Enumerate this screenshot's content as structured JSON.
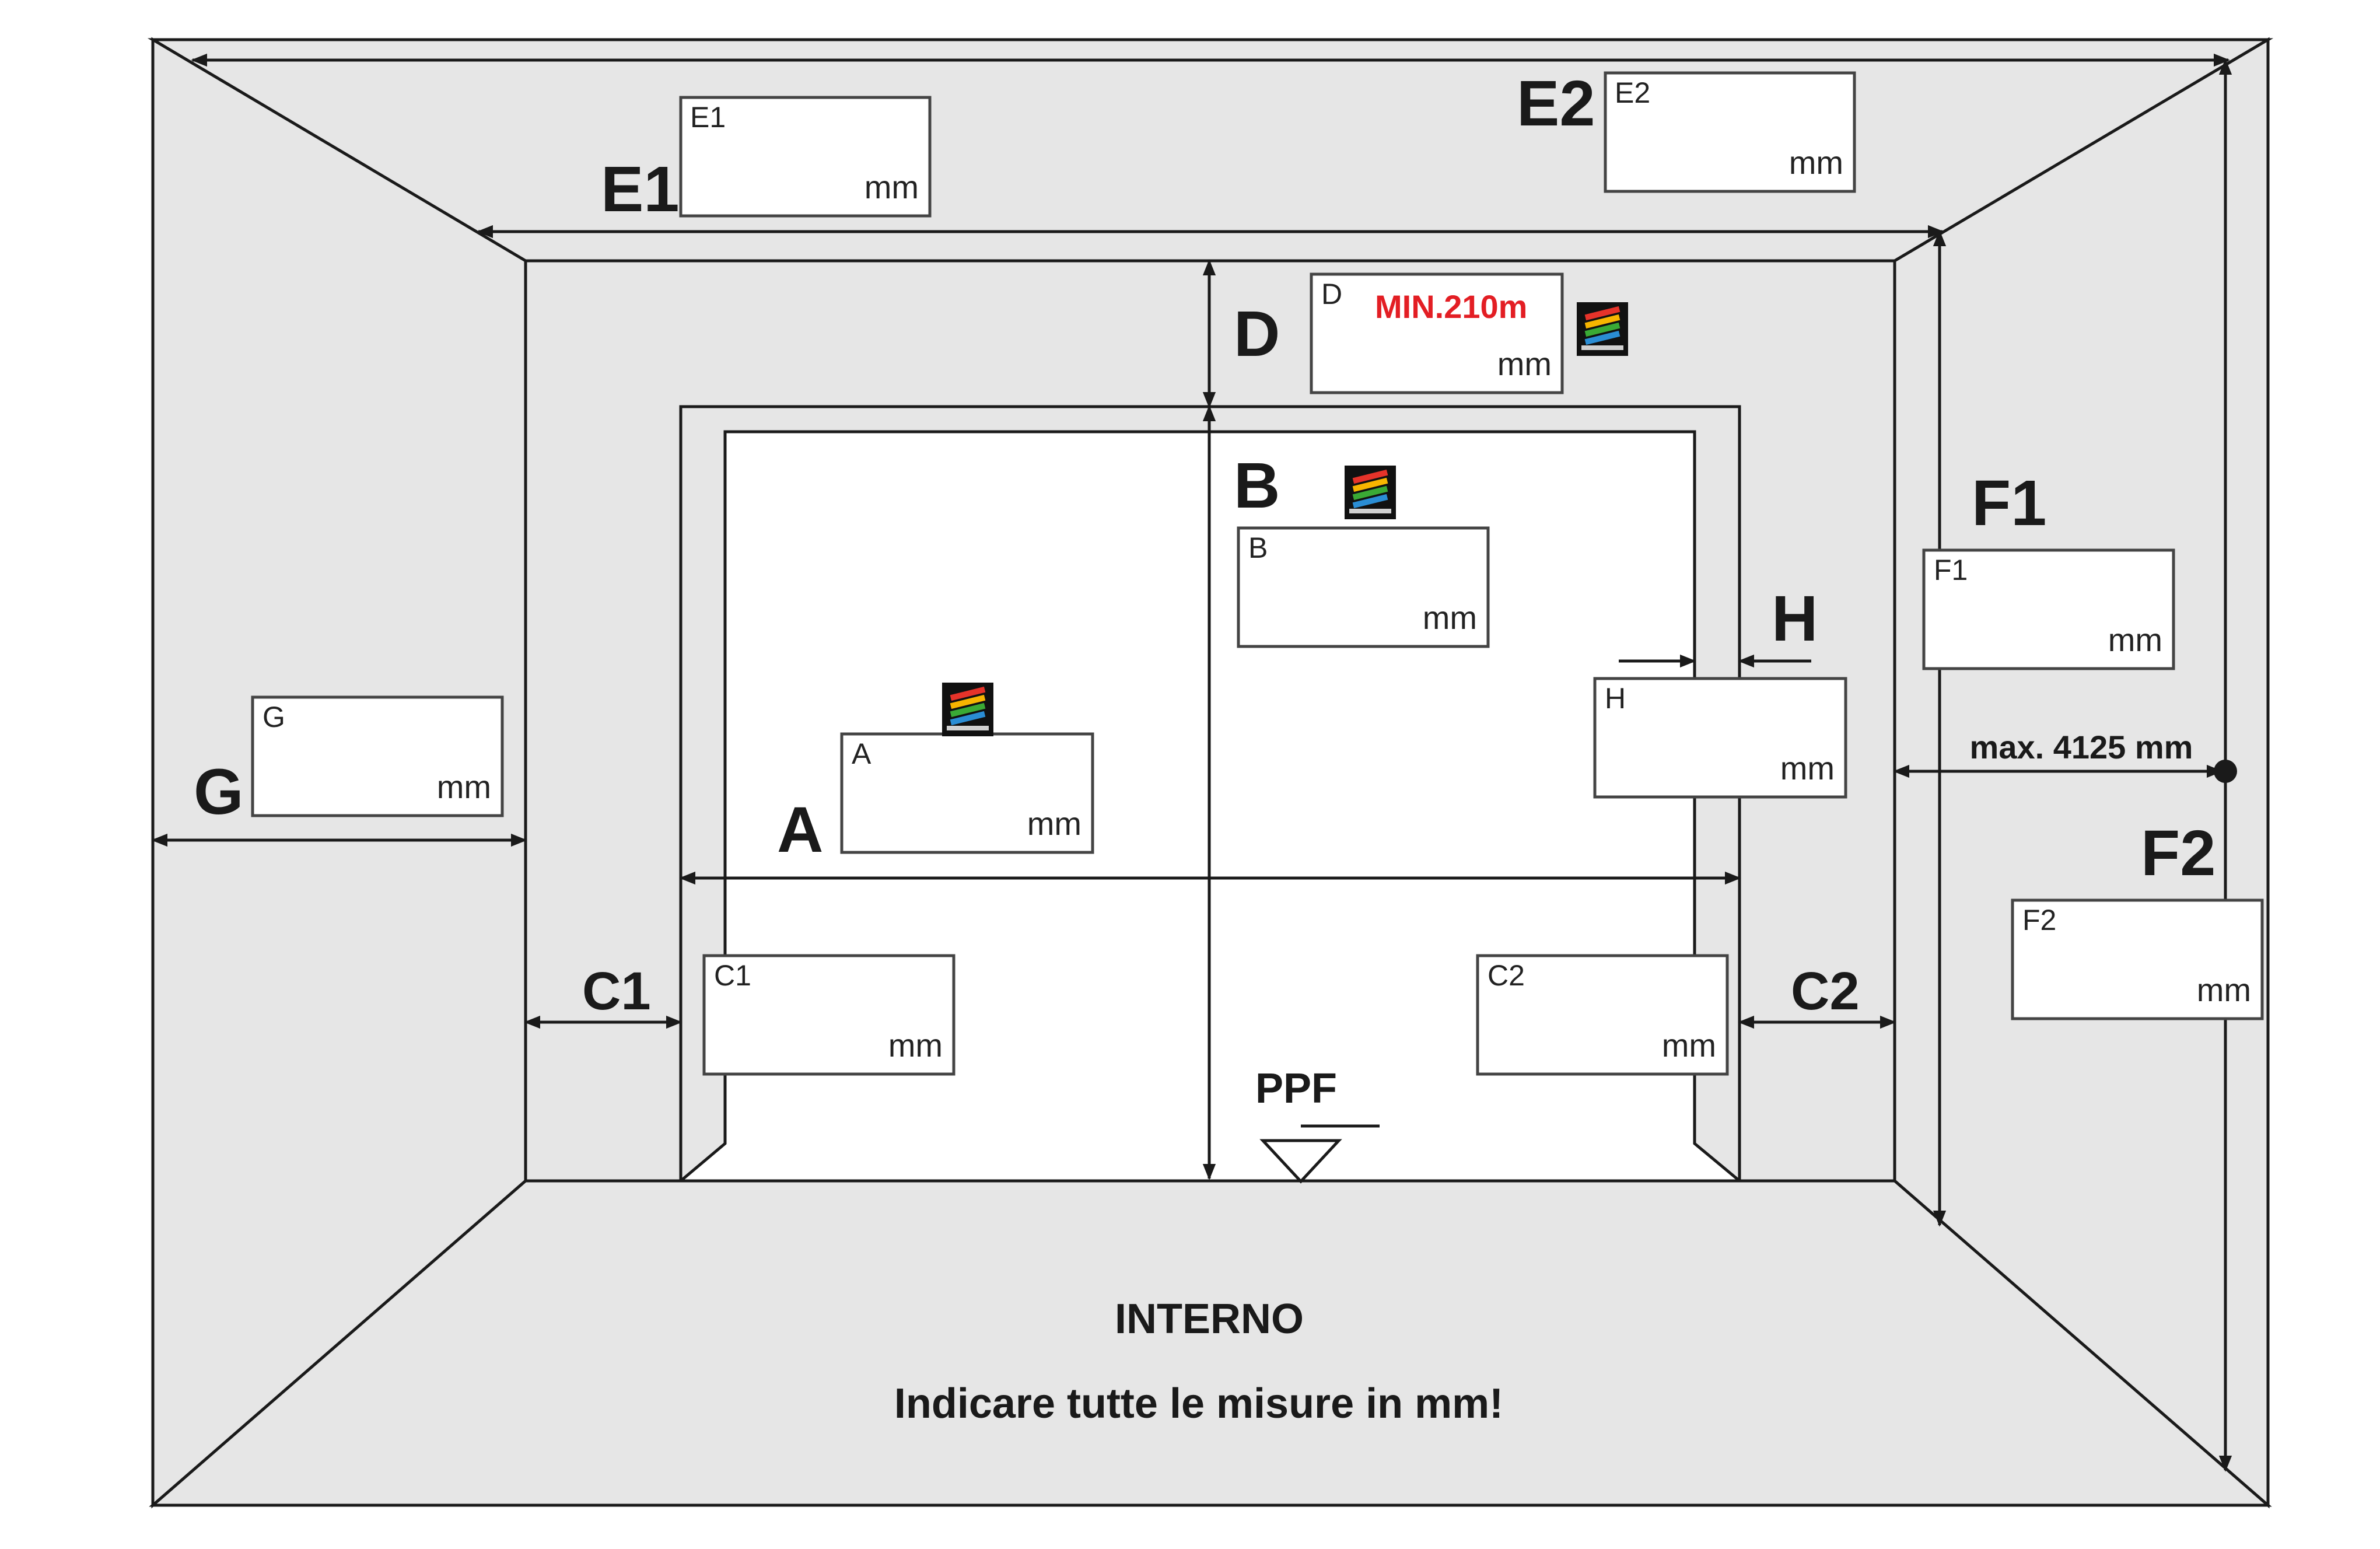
{
  "labels": {
    "E1": "E1",
    "E2": "E2",
    "D": "D",
    "B": "B",
    "A": "A",
    "G": "G",
    "H": "H",
    "C1": "C1",
    "C2": "C2",
    "F1": "F1",
    "F2": "F2"
  },
  "boxes": {
    "E1": {
      "letter": "E1",
      "unit": "mm"
    },
    "E2": {
      "letter": "E2",
      "unit": "mm"
    },
    "D": {
      "letter": "D",
      "unit": "mm",
      "note": "MIN.210m"
    },
    "B": {
      "letter": "B",
      "unit": "mm"
    },
    "A": {
      "letter": "A",
      "unit": "mm"
    },
    "G": {
      "letter": "G",
      "unit": "mm"
    },
    "H": {
      "letter": "H",
      "unit": "mm"
    },
    "C1": {
      "letter": "C1",
      "unit": "mm"
    },
    "C2": {
      "letter": "C2",
      "unit": "mm"
    },
    "F1": {
      "letter": "F1",
      "unit": "mm"
    },
    "F2": {
      "letter": "F2",
      "unit": "mm"
    }
  },
  "max_label": "max. 4125 mm",
  "ppf_label": "PPF",
  "floor": {
    "title": "INTERNO",
    "instruction": "Indicare tutte le misure in mm!"
  },
  "logo_icon": "mdm-logo-icon",
  "colors": {
    "wall_fill": "#e6e6e6",
    "opening_fill": "#ffffff",
    "line": "#1a1a1a",
    "note_red": "#e31e24"
  }
}
